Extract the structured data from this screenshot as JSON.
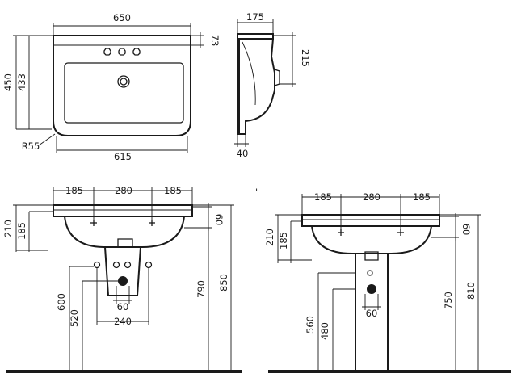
{
  "dimensions": {
    "top_plan": {
      "width": "650",
      "depth": "450",
      "inner_depth": "433",
      "back_ledge": "73",
      "corner_radius": "R55",
      "front_width": "615"
    },
    "side_view": {
      "depth": "175",
      "overflow_height": "215",
      "back_thickness": "40"
    },
    "wall_hung": {
      "left_spacing": "185",
      "middle_spacing": "280",
      "right_spacing": "185",
      "basin_height": "210",
      "inner_height": "185",
      "rim_thickness": "60",
      "outlet_height": "600",
      "waste_height": "520",
      "waste_width": "60",
      "bracket_width": "240",
      "underside_height": "790",
      "rim_height": "850"
    },
    "pedestal": {
      "left_spacing": "185",
      "middle_spacing": "280",
      "right_spacing": "185",
      "basin_height": "210",
      "inner_height": "185",
      "rim_thickness": "60",
      "outlet_height": "560",
      "waste_height": "480",
      "waste_width": "60",
      "underside_height": "750",
      "rim_height": "810"
    }
  },
  "stray_mark": "'"
}
